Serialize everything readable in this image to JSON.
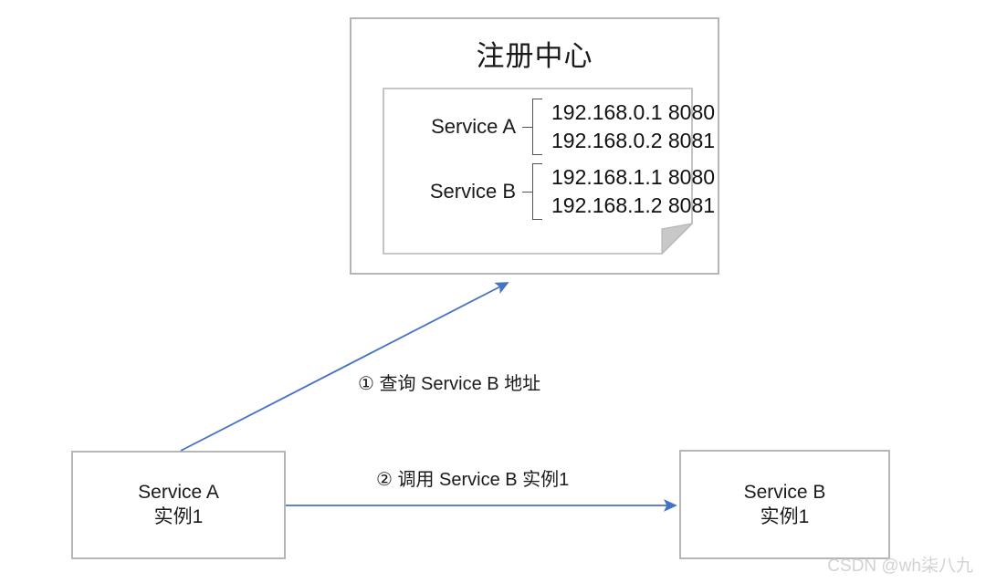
{
  "registry": {
    "title": "注册中心",
    "entries": [
      {
        "service_label": "Service A",
        "instances": [
          {
            "address": "192.168.0.1 8080"
          },
          {
            "address": "192.168.0.2 8081"
          }
        ]
      },
      {
        "service_label": "Service B",
        "instances": [
          {
            "address": "192.168.1.1 8080"
          },
          {
            "address": "192.168.1.2 8081"
          }
        ]
      }
    ]
  },
  "nodes": [
    {
      "name": "Service A",
      "instance": "实例1"
    },
    {
      "name": "Service B",
      "instance": "实例1"
    }
  ],
  "arrows": [
    {
      "label": "① 查询 Service B 地址"
    },
    {
      "label": "② 调用 Service B 实例1"
    }
  ],
  "colors": {
    "arrow": "#4472c4",
    "box_border": "#b6b6b6",
    "fold_fill": "#c8c8c8",
    "text": "#1a1a1a",
    "watermark": "#d2d2d2"
  },
  "watermark": "CSDN @wh柒八九"
}
